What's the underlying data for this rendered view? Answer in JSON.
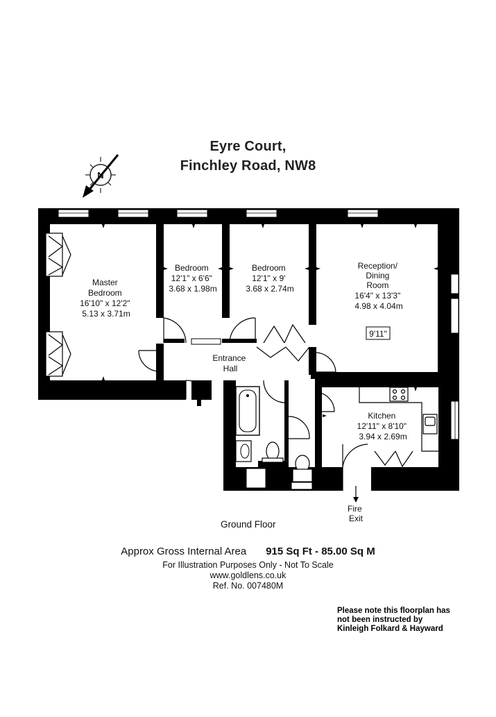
{
  "title": {
    "line1": "Eyre Court,",
    "line2": "Finchley Road, NW8"
  },
  "compass": {
    "letter": "N"
  },
  "rooms": [
    {
      "id": "master-bedroom",
      "lines": [
        "Master",
        "Bedroom",
        "16'10\" x 12'2\"",
        "5.13 x 3.71m"
      ]
    },
    {
      "id": "bedroom-2",
      "lines": [
        "Bedroom",
        "12'1\" x 6'6\"",
        "3.68 x 1.98m"
      ]
    },
    {
      "id": "bedroom-3",
      "lines": [
        "Bedroom",
        "12'1\" x 9'",
        "3.68 x 2.74m"
      ]
    },
    {
      "id": "reception",
      "lines": [
        "Reception/",
        "Dining",
        "Room",
        "16'4\" x 13'3\"",
        "4.98 x 4.04m"
      ]
    },
    {
      "id": "kitchen",
      "lines": [
        "Kitchen",
        "12'11\" x 8'10\"",
        "3.94 x 2.69m"
      ]
    },
    {
      "id": "entrance-hall",
      "lines": [
        "Entrance",
        "Hall"
      ]
    },
    {
      "id": "fire-exit",
      "lines": [
        "Fire",
        "Exit"
      ]
    }
  ],
  "reception_note": "9'11\"",
  "floor_label": "Ground Floor",
  "area": {
    "label": "Approx Gross Internal Area",
    "value": "915 Sq Ft  -  85.00 Sq M"
  },
  "notes": {
    "illustration": "For Illustration Purposes Only - Not To Scale",
    "website": "www.goldlens.co.uk",
    "ref": "Ref. No. 007480M"
  },
  "disclaimer": {
    "line1": "Please note this floorplan has",
    "line2": "not been instructed by",
    "line3": "Kinleigh Folkard & Hayward"
  }
}
